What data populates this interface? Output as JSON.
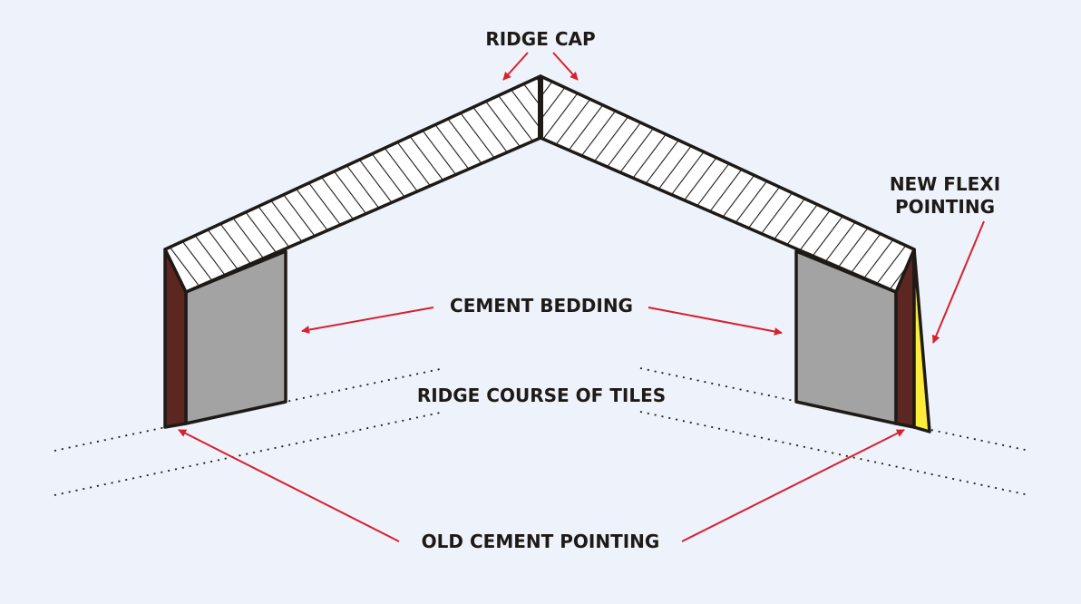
{
  "labels": {
    "ridge_cap": "RIDGE CAP",
    "new_flexi_pointing_line1": "NEW FLEXI",
    "new_flexi_pointing_line2": "POINTING",
    "cement_bedding": "CEMENT BEDDING",
    "ridge_course_of_tiles": "RIDGE COURSE OF TILES",
    "old_cement_pointing": "OLD CEMENT POINTING"
  },
  "colors": {
    "background": "#eef2fa",
    "outline": "#1e1a17",
    "ridge_cap_fill": "#ffffff",
    "cement_bedding": "#a3a3a3",
    "old_cement_pointing": "#5c2621",
    "new_flexi_pointing": "#fbed3a",
    "arrows": "#d7212f"
  }
}
